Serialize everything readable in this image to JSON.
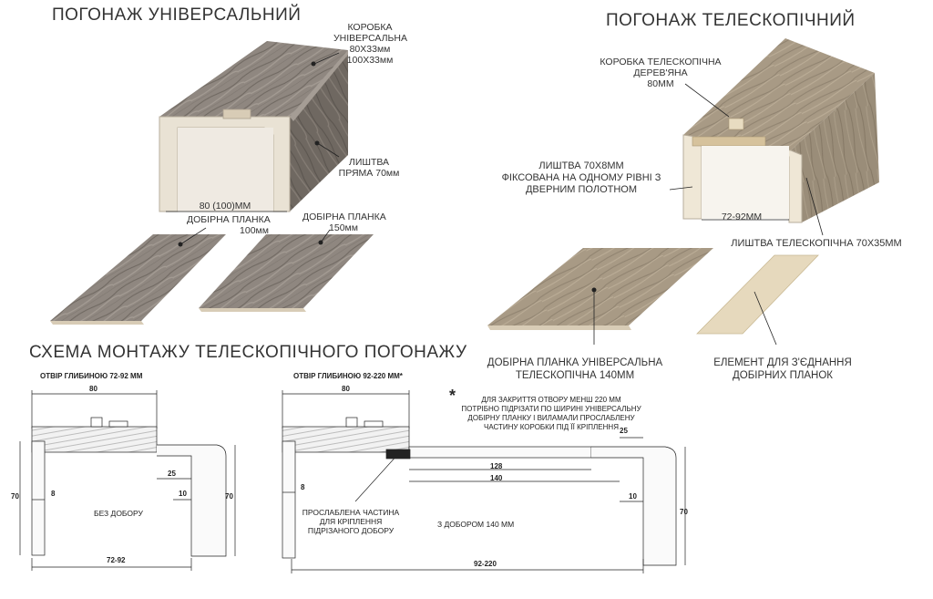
{
  "titles": {
    "universal": "ПОГОНАЖ УНІВЕРСАЛЬНИЙ",
    "telescopic": "ПОГОНАЖ ТЕЛЕСКОПІЧНИЙ",
    "scheme": "СХЕМА МОНТАЖУ ТЕЛЕСКОПІЧНОГО ПОГОНАЖУ"
  },
  "universal": {
    "box_label": [
      "КОРОБКА",
      "УНІВЕРСАЛЬНА",
      "80Х33мм",
      "100Х33мм"
    ],
    "casing_label": [
      "ЛИШТВА",
      "ПРЯМА 70мм"
    ],
    "width_label": "80 (100)ММ",
    "plank100_label": [
      "ДОБІРНА ПЛАНКА",
      "100мм"
    ],
    "plank150_label": [
      "ДОБІРНА ПЛАНКА",
      "150мм"
    ]
  },
  "telescopic": {
    "box_label": [
      "КОРОБКА ТЕЛЕСКОПІЧНА",
      "ДЕРЕВ'ЯНА",
      "80ММ"
    ],
    "casing_fixed_label": [
      "ЛИШТВА 70Х8ММ",
      "ФІКСОВАНА НА ОДНОМУ РІВНІ З",
      "ДВЕРНИМ ПОЛОТНОМ"
    ],
    "width_label": "72-92ММ",
    "casing_tele_label": "ЛИШТВА ТЕЛЕСКОПІЧНА 70Х35ММ",
    "plank_label": [
      "ДОБІРНА ПЛАНКА УНІВЕРСАЛЬНА",
      "ТЕЛЕСКОПІЧНА 140ММ"
    ],
    "connector_label": [
      "ЕЛЕМЕНТ ДЛЯ З'ЄДНАННЯ",
      "ДОБІРНИХ ПЛАНОК"
    ]
  },
  "scheme": {
    "left": {
      "header": "ОТВІР ГЛИБИНОЮ 72-92 ММ",
      "dims": {
        "top": "80",
        "d25": "25",
        "d8": "8",
        "d10": "10",
        "left70": "70",
        "right70": "70",
        "bottom": "72-92"
      },
      "center_label": "БЕЗ ДОБОРУ"
    },
    "right": {
      "header": "ОТВІР ГЛИБИНОЮ 92-220 ММ*",
      "dims": {
        "top": "80",
        "d8": "8",
        "d25": "25",
        "d128": "128",
        "d140": "140",
        "d10": "10",
        "right70": "70",
        "bottom": "92-220"
      },
      "weak_label": [
        "ПРОСЛАБЛЕНА ЧАСТИНА",
        "ДЛЯ КРІПЛЕННЯ",
        "ПІДРІЗАНОГО ДОБОРУ"
      ],
      "center_label": "З ДОБОРОМ 140 ММ"
    },
    "footnote": {
      "star": "*",
      "lines": [
        "ДЛЯ ЗАКРИТТЯ ОТВОРУ МЕНШ 220 ММ",
        "ПОТРІБНО ПІДРІЗАТИ ПО ШИРИНІ УНІВЕРСАЛЬНУ",
        "ДОБІРНУ ПЛАНКУ І ВИЛАМАЛИ ПРОСЛАБЛЕНУ",
        "ЧАСТИНУ КОРОБКИ ПІД ЇЇ КРІПЛЕННЯ"
      ]
    }
  },
  "colors": {
    "wood_gray": "#8f8780",
    "wood_light": "#b9b0a6",
    "wood_tan": "#a89a85",
    "board_edge": "#d8ccb6",
    "line": "#222222"
  }
}
